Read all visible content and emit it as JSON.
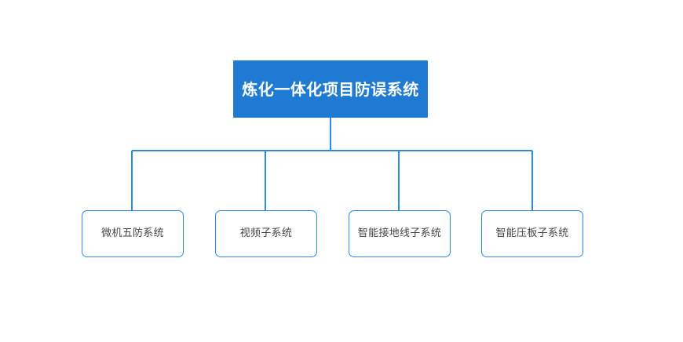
{
  "diagram": {
    "type": "org-chart",
    "title": "炼化一体化项目防误系统",
    "background_color": "#ffffff",
    "root": {
      "label": "炼化一体化项目防误系统",
      "fill_color": "#1f7ad4",
      "text_color": "#ffffff"
    },
    "children": [
      {
        "label": "微机五防系统",
        "border_color": "#2b8cf0",
        "text_color": "#454545"
      },
      {
        "label": "视频子系统",
        "border_color": "#2b8cf0",
        "text_color": "#454545"
      },
      {
        "label": "智能接地线子系统",
        "border_color": "#2b8cf0",
        "text_color": "#454545"
      },
      {
        "label": "智能压板子系统",
        "border_color": "#2b8cf0",
        "text_color": "#454545"
      }
    ],
    "connector": {
      "color": "#2b8cf0",
      "stroke_width": 2,
      "style": "orthogonal"
    }
  }
}
